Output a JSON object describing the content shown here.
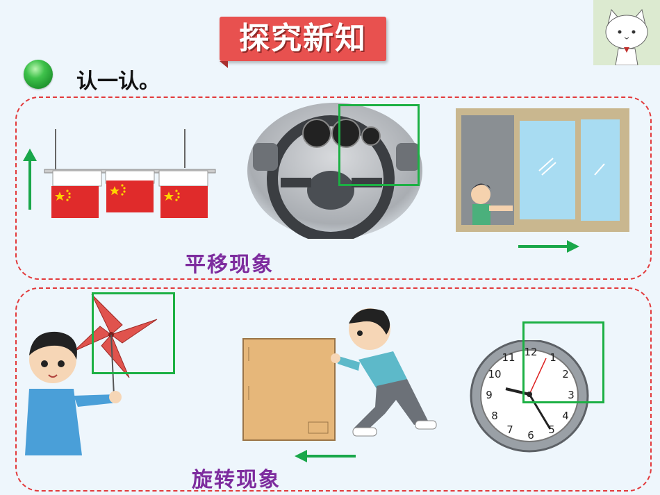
{
  "header": {
    "title": "探究新知",
    "subtitle": "认一认。"
  },
  "sections": {
    "translation_label": "平移现象",
    "rotation_label": "旋转现象"
  },
  "colors": {
    "banner_red": "#e8514f",
    "dashed_border": "#e2393b",
    "label_purple": "#7d2c9e",
    "highlight_green": "#1cb044",
    "arrow_green": "#19a74a"
  },
  "clock": {
    "numbers": [
      "12",
      "1",
      "2",
      "3",
      "4",
      "5",
      "6",
      "7",
      "8",
      "9",
      "10",
      "11"
    ]
  },
  "icons": [
    "green-bullet-icon",
    "up-arrow-icon",
    "right-arrow-icon",
    "left-arrow-icon"
  ]
}
